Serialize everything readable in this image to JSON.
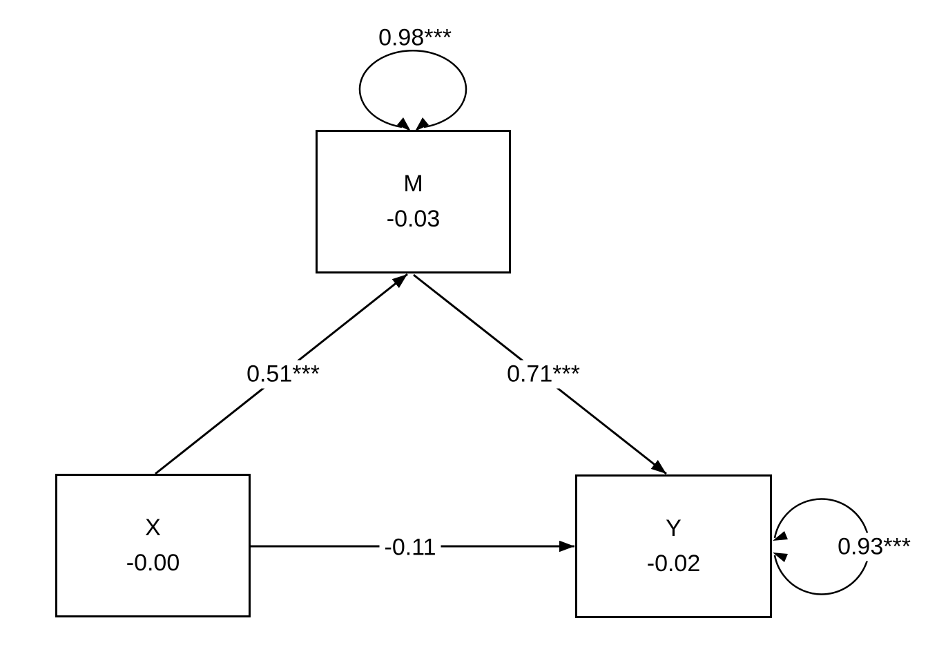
{
  "colors": {
    "ink": "#000000",
    "background": "#ffffff"
  },
  "nodes": {
    "m": {
      "name": "M",
      "estimate": "-0.03"
    },
    "x": {
      "name": "X",
      "estimate": "-0.00"
    },
    "y": {
      "name": "Y",
      "estimate": "-0.02"
    }
  },
  "paths": {
    "x_to_m": {
      "from": "X",
      "to": "M",
      "label": "0.51***"
    },
    "m_to_y": {
      "from": "M",
      "to": "Y",
      "label": "0.71***"
    },
    "x_to_y": {
      "from": "X",
      "to": "Y",
      "label": "-0.11"
    },
    "m_residual": {
      "node": "M",
      "label": "0.98***"
    },
    "y_residual": {
      "node": "Y",
      "label": "0.93***"
    }
  }
}
